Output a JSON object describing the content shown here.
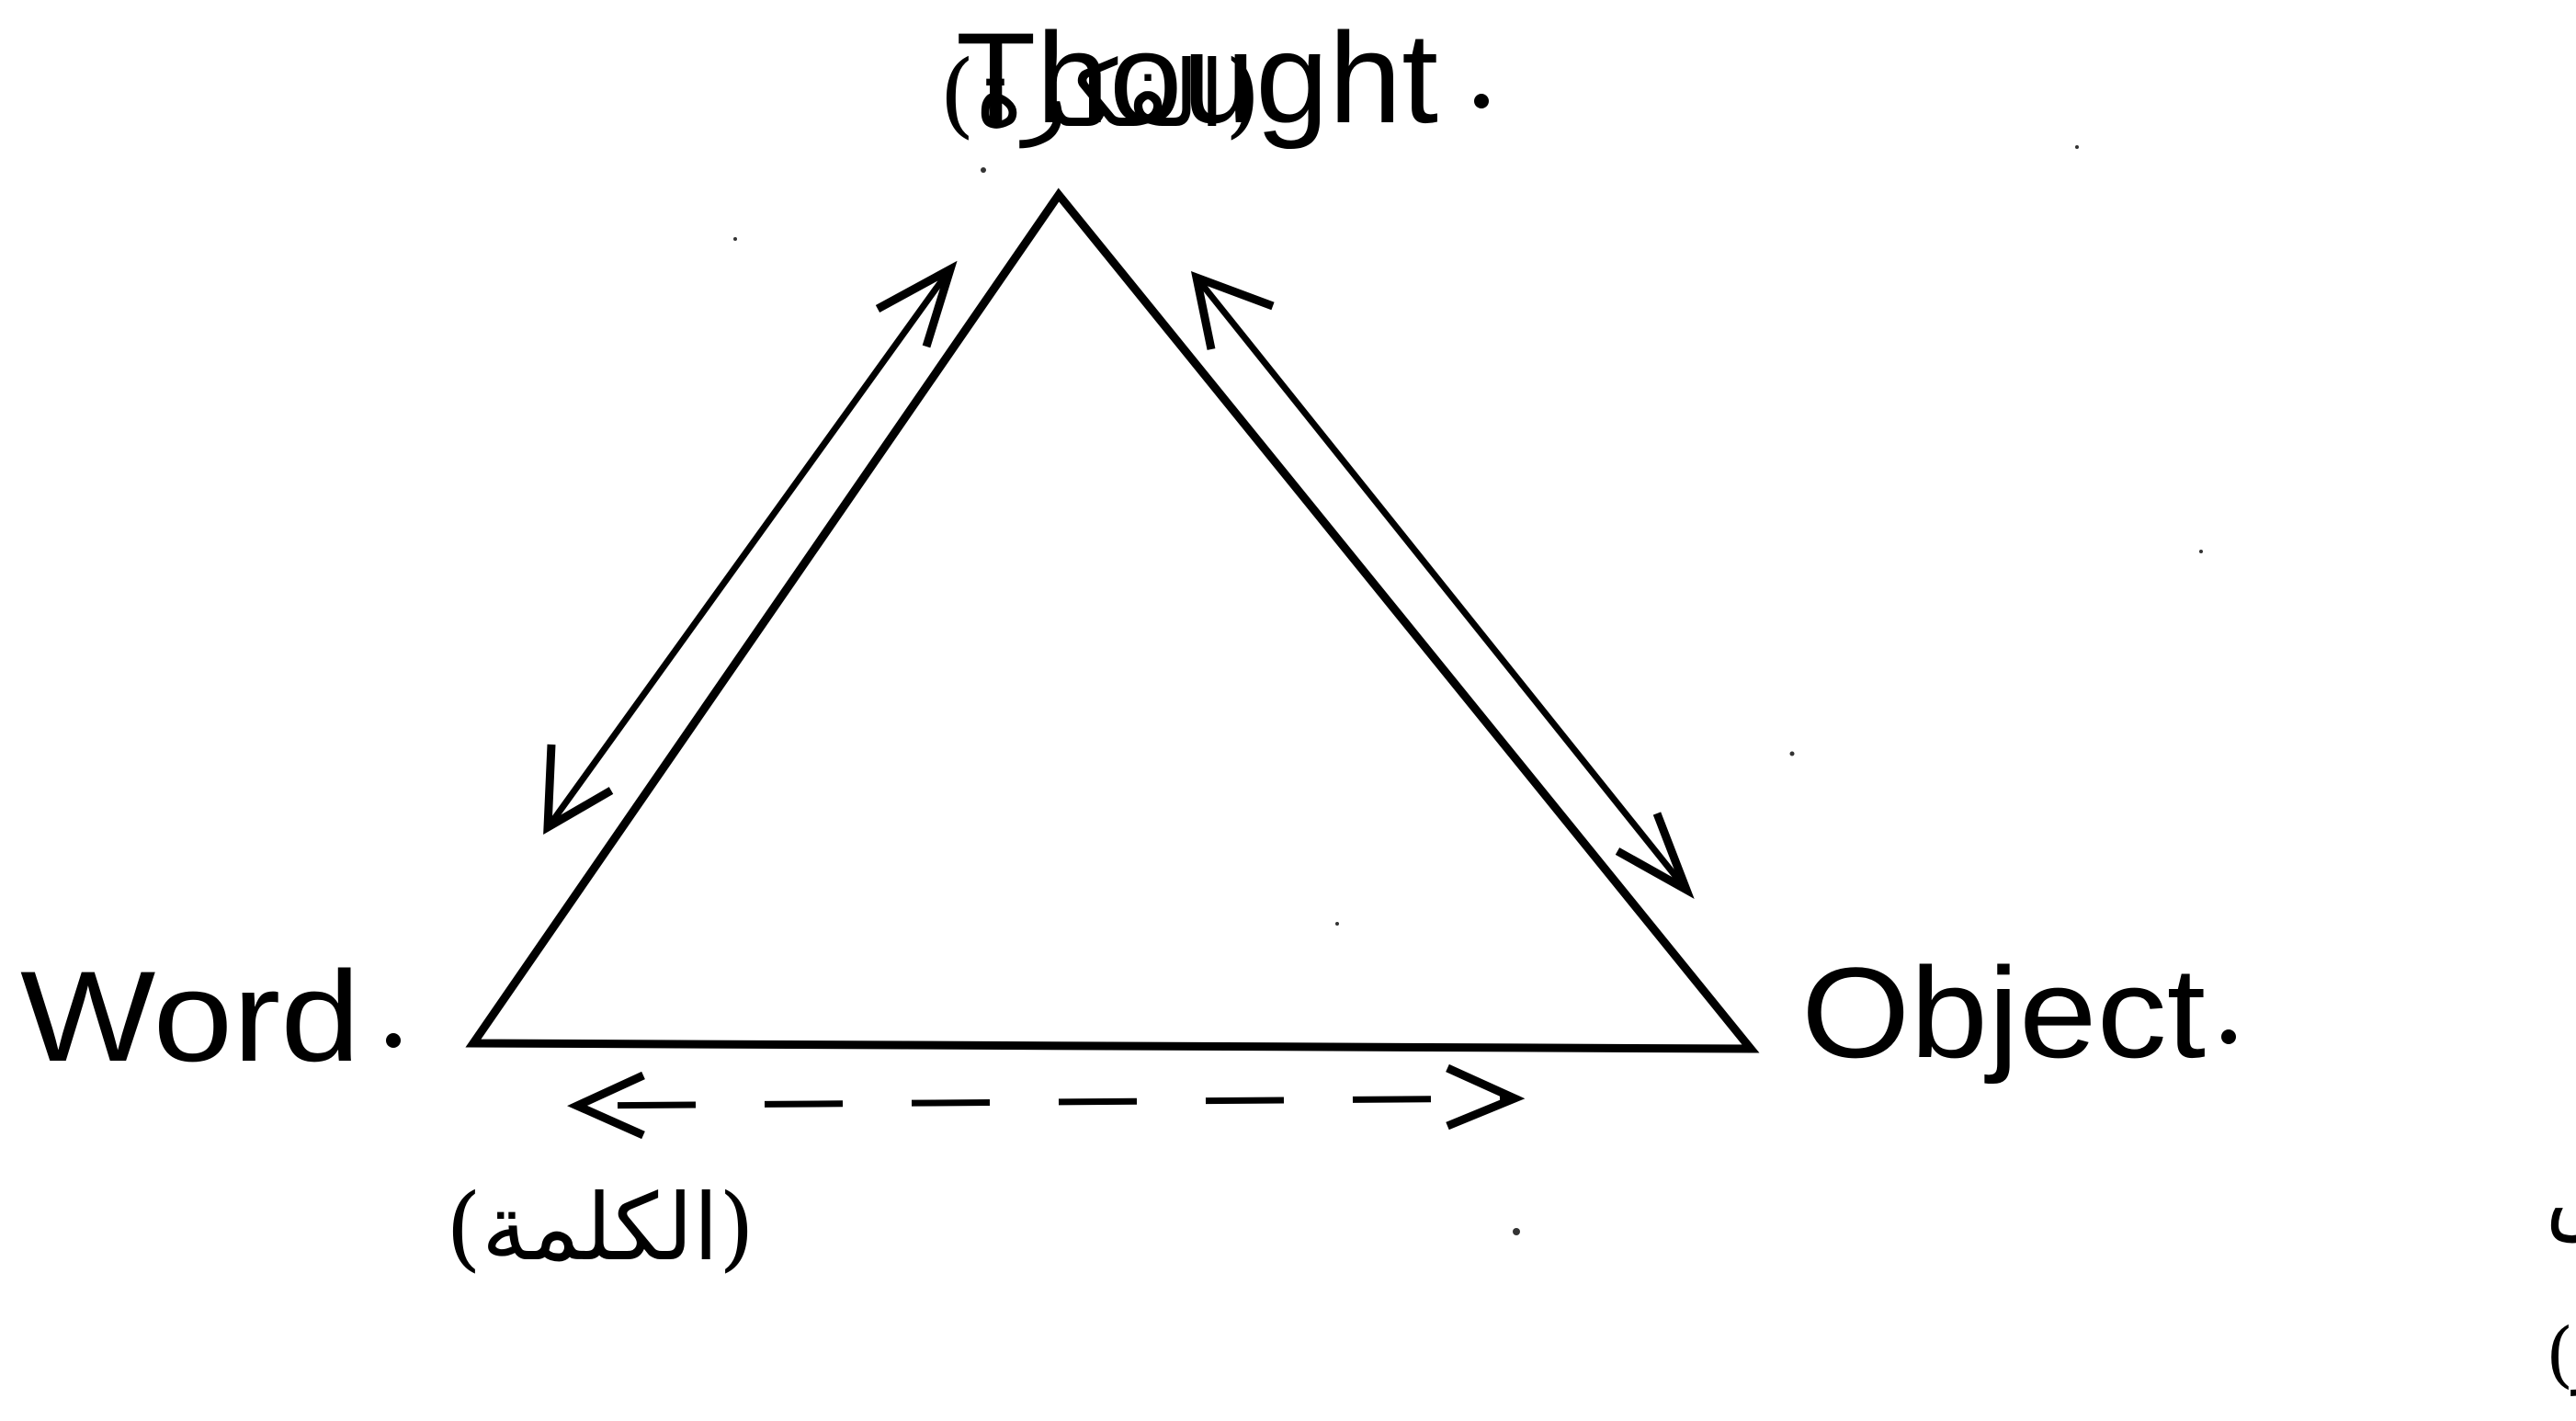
{
  "diagram": {
    "nodes": {
      "thought": {
        "label": "Thought",
        "arabic": "(الفكرة)"
      },
      "word": {
        "label": "Word",
        "arabic": "(الكلمة)"
      },
      "object": {
        "label": "Object",
        "arabic_line1": "(الشيء) = المدرك بالحواس",
        "arabic_line2": "(الباعث ـ الحافز ـ المثير)"
      }
    },
    "edges": [
      {
        "from": "thought",
        "to": "word",
        "style": "solid",
        "arrows": "both"
      },
      {
        "from": "thought",
        "to": "object",
        "style": "solid",
        "arrows": "both"
      },
      {
        "from": "word",
        "to": "object",
        "style": "dashed",
        "arrows": "both"
      }
    ],
    "colors": {
      "ink": "#000000",
      "background": "#ffffff"
    }
  }
}
